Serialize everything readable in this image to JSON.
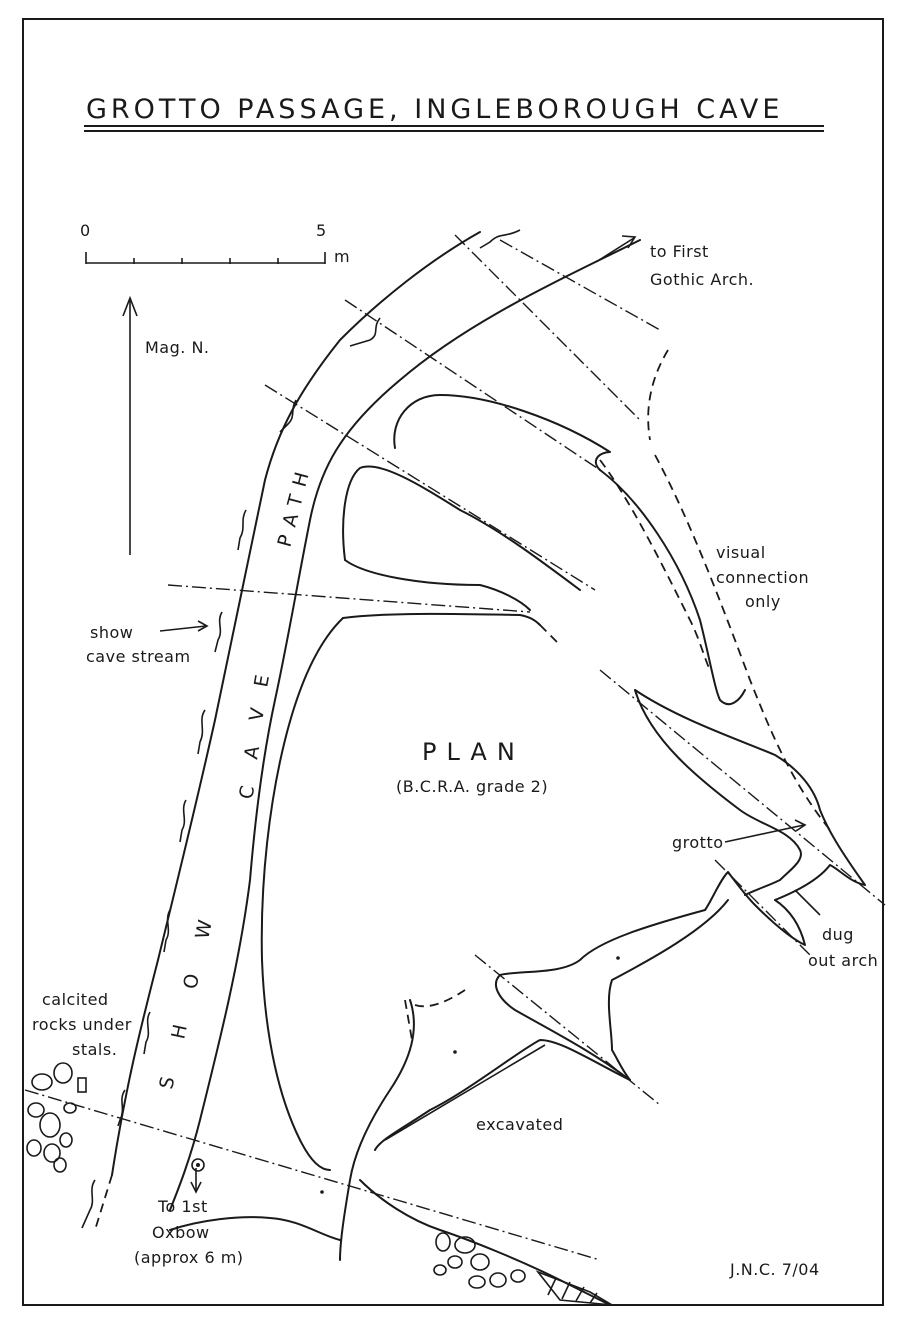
{
  "title": "GROTTO PASSAGE, INGLEBOROUGH CAVE",
  "scale_bar": {
    "start_label": "0",
    "end_label": "5",
    "unit": "m"
  },
  "north_label": "Mag. N.",
  "plan_label": "PLAN",
  "grade_label": "(B.C.R.A. grade 2)",
  "labels": {
    "to_first_gothic_1": "to First",
    "to_first_gothic_2": "Gothic Arch.",
    "visual_1": "visual",
    "visual_2": "connection",
    "visual_3": "only",
    "show_1": "show",
    "show_2": "cave stream",
    "grotto": "grotto",
    "dug_1": "dug",
    "dug_2": "out arch",
    "calcited_1": "calcited",
    "calcited_2": "rocks under",
    "calcited_3": "stals.",
    "excavated": "excavated",
    "oxbow_1": "To 1st",
    "oxbow_2": "Oxbow",
    "oxbow_3": "(approx 6 m)",
    "signature": "J.N.C. 7/04"
  },
  "path_words": {
    "path_letters": [
      "P",
      "A",
      "T",
      "H"
    ],
    "cave_letters": [
      "C",
      "A",
      "V",
      "E"
    ],
    "show_letters": [
      "S",
      "H",
      "O",
      "W"
    ]
  }
}
